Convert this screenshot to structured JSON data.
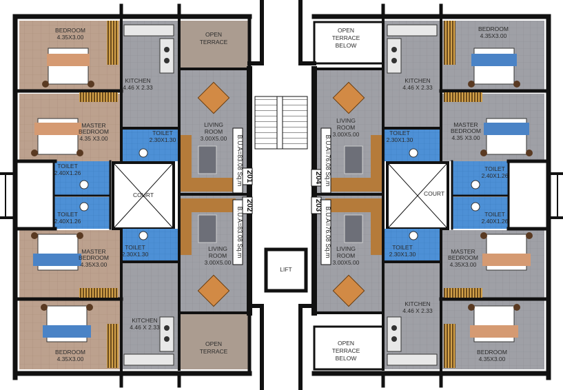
{
  "floor_plan": {
    "flats": [
      {
        "number": "201",
        "bua": "B.U.A=83.08 Sq.m"
      },
      {
        "number": "202",
        "bua": "B.U.A=83.08 Sq.m"
      },
      {
        "number": "203",
        "bua": "B.U.A=76.08 Sq.m"
      },
      {
        "number": "204",
        "bua": "B.U.A=76.08 Sq.m"
      }
    ],
    "rooms": {
      "bedroom": "BEDROOM",
      "bedroom_size": "4.35X3.00",
      "bedroom_size_alt": "4.35X3.00",
      "master_bedroom_1": "MASTER",
      "master_bedroom_2": "BEDROOM",
      "master_size_a": "4.35 X3.00",
      "master_size_b": "4.35X3.00",
      "kitchen": "KITCHEN",
      "kitchen_size": "4.46 X 2.33",
      "living_1": "LIVING",
      "living_2": "ROOM",
      "living_room_size": "3.00X5.00",
      "toilet": "TOILET",
      "toilet_size_a": "2.30X1.30",
      "toilet_size_b": "2.40X1.26",
      "open": "OPEN",
      "terrace": "TERRACE",
      "below": "BELOW",
      "court": "COURT",
      "lift": "LIFT"
    }
  }
}
